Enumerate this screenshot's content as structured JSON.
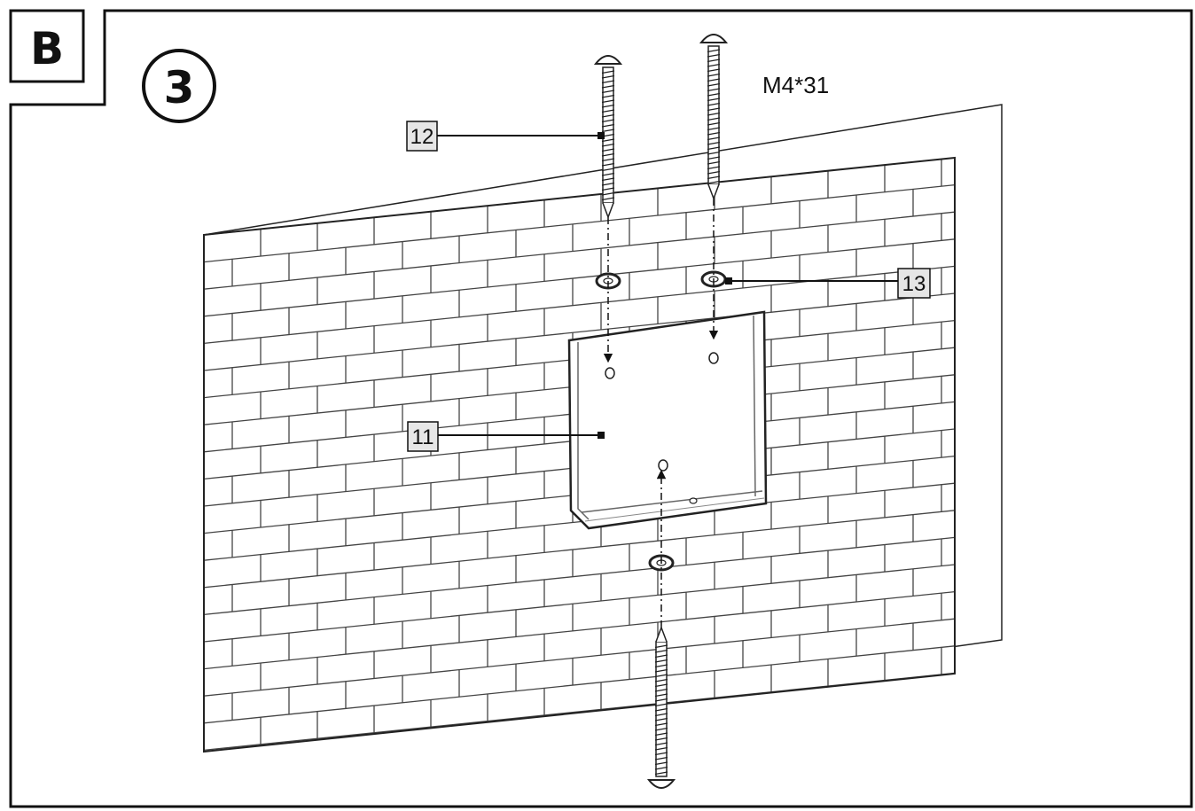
{
  "section_label": "B",
  "step_number": "3",
  "screw_spec": "M4*31",
  "callouts": [
    {
      "id": "screw",
      "label": "12"
    },
    {
      "id": "washer",
      "label": "13"
    },
    {
      "id": "bracket",
      "label": "11"
    }
  ],
  "colors": {
    "line": "#111111",
    "callout_fill": "#e6e6e6",
    "bracket_fill": "#ffffff"
  },
  "icons": [
    "screw-icon",
    "washer-icon",
    "wall-plate-icon",
    "brick-wall-icon"
  ]
}
